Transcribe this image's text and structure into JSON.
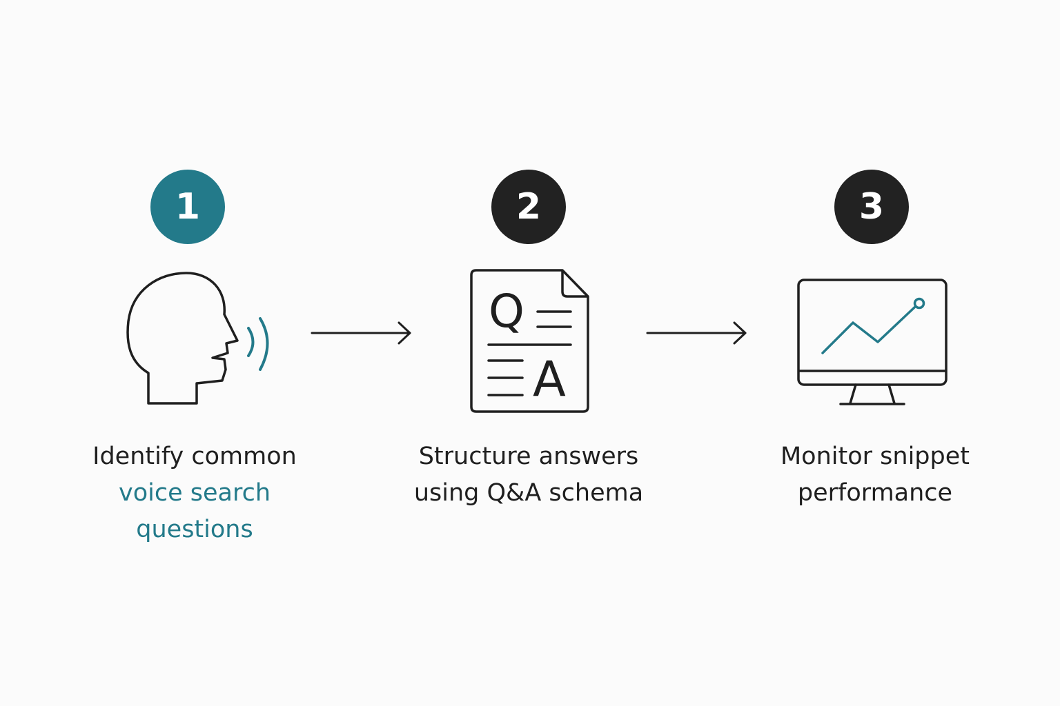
{
  "colors": {
    "accent": "#237a8a",
    "dark": "#222222",
    "line": "#1f1f1f",
    "background": "#fbfbfb"
  },
  "steps": [
    {
      "number": "1",
      "icon": "speaking-head-icon",
      "label_lines": [
        "Identify common",
        "voice search",
        "questions"
      ],
      "highlight": "#237a8a"
    },
    {
      "number": "2",
      "icon": "qa-document-icon",
      "icon_text": {
        "q": "Q",
        "a": "A"
      },
      "label_lines": [
        "Structure answers",
        "using Q&A schema"
      ]
    },
    {
      "number": "3",
      "icon": "monitor-chart-icon",
      "label_lines": [
        "Monitor snippet",
        "performance"
      ]
    }
  ],
  "connectors": [
    "arrow-right-icon",
    "arrow-right-icon"
  ]
}
